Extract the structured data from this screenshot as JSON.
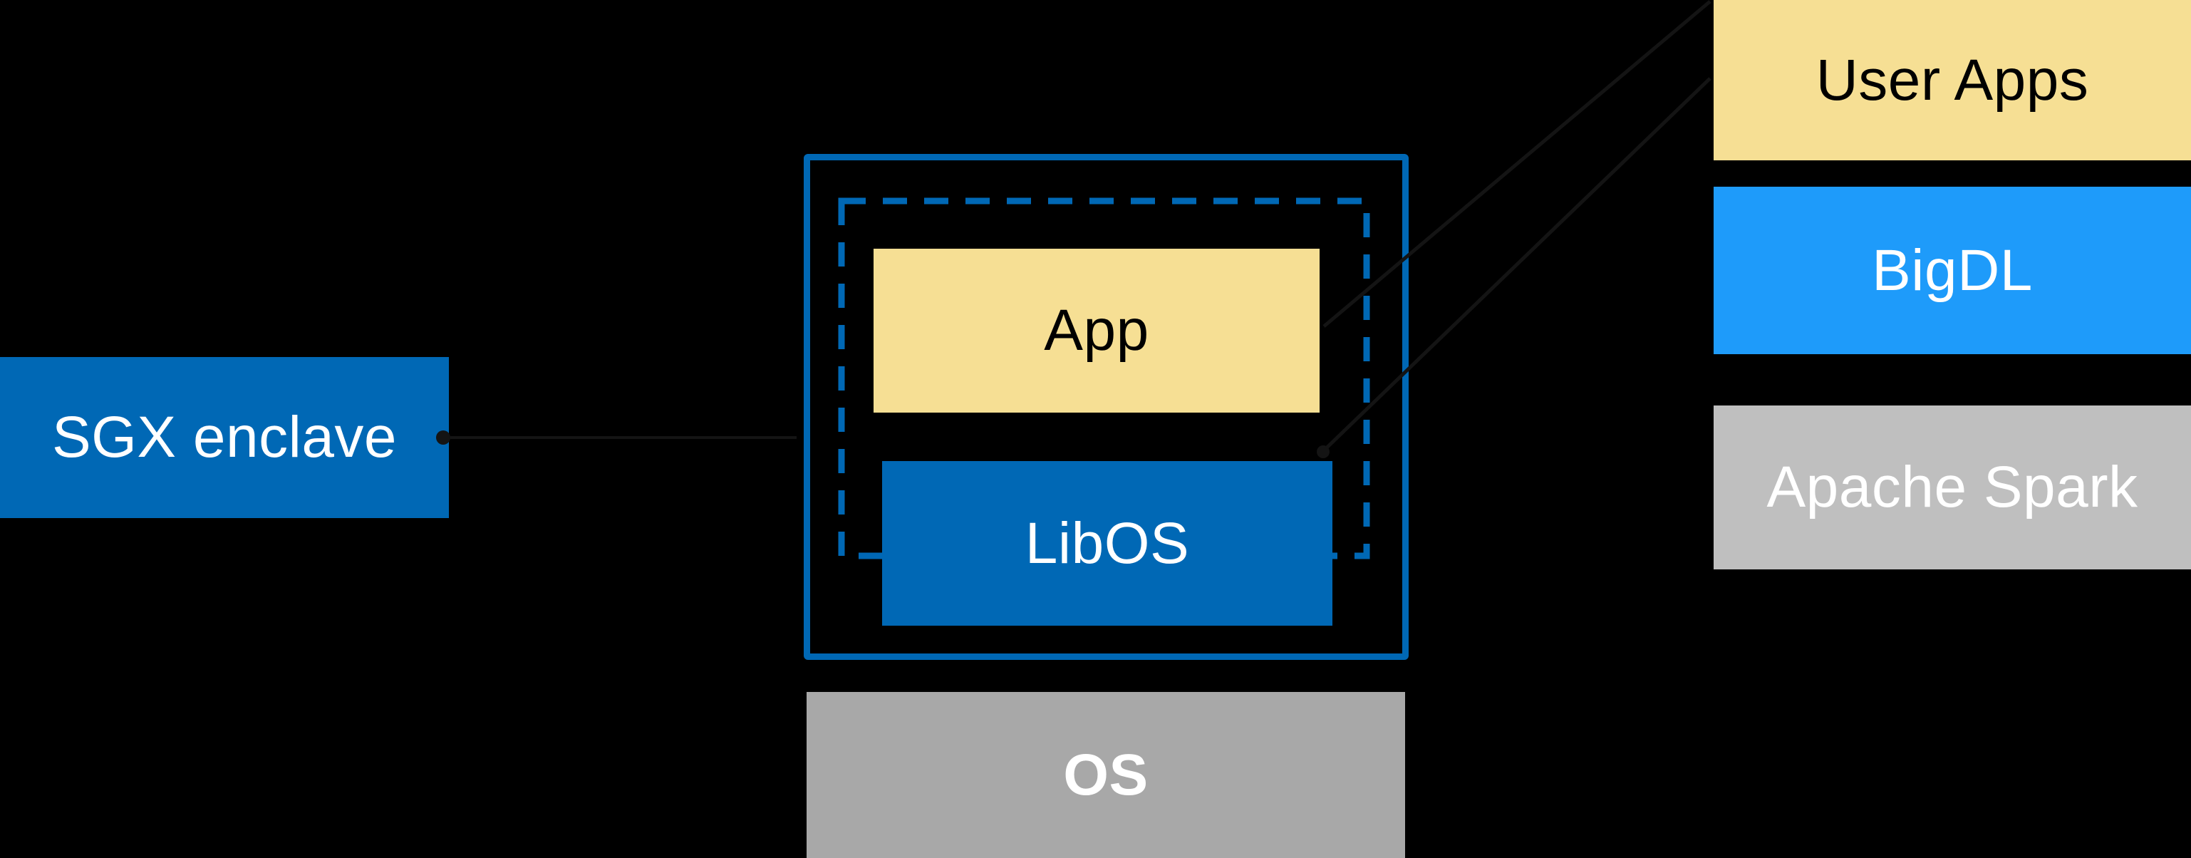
{
  "diagram": {
    "title_hint": "SGX enclave LibOS architecture with BigDL stack",
    "background": "#000000",
    "colors": {
      "intel_blue": "#0068B5",
      "bigdl_blue": "#1E9BFA",
      "app_yellow": "#F6DF94",
      "os_gray": "#A8A8A8",
      "spark_gray": "#BFBFBF",
      "text_light": "#FFFFFF",
      "text_dark": "#000000",
      "connector_dark": "#141414"
    },
    "nodes": {
      "sgx_enclave": {
        "label": "SGX enclave"
      },
      "app": {
        "label": "App"
      },
      "libos": {
        "label": "LibOS"
      },
      "os": {
        "label": "OS"
      },
      "user_apps": {
        "label": "User Apps"
      },
      "bigdl": {
        "label": "BigDL"
      },
      "apache_spark": {
        "label": "Apache Spark"
      }
    }
  }
}
